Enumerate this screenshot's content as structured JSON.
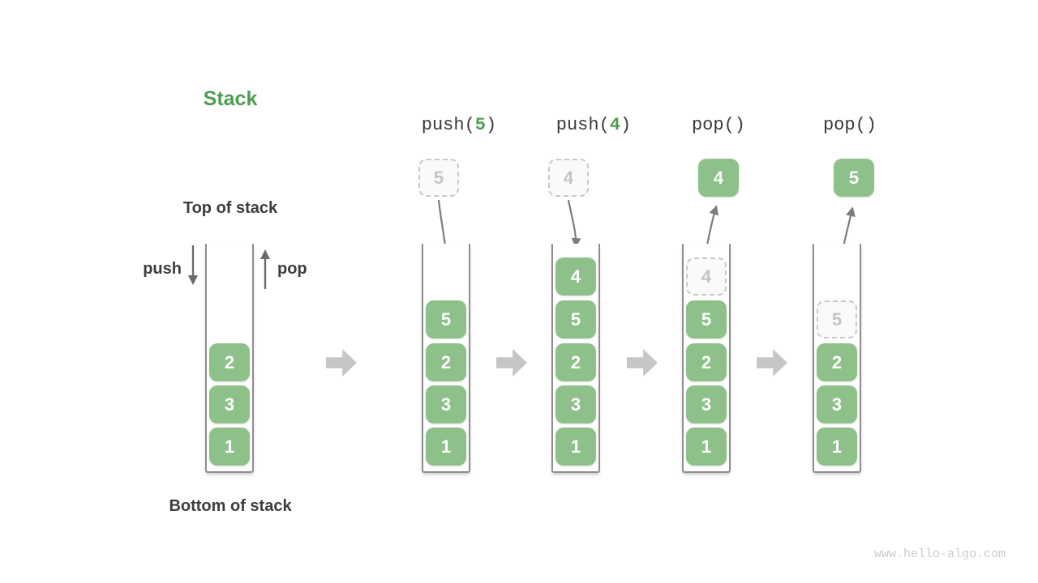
{
  "title": "Stack",
  "labels": {
    "top": "Top of stack",
    "bottom": "Bottom of stack",
    "push": "push",
    "pop": "pop"
  },
  "operations": [
    {
      "prefix": "push(",
      "arg": "5",
      "suffix": ")"
    },
    {
      "prefix": "push(",
      "arg": "4",
      "suffix": ")"
    },
    {
      "prefix": "pop()",
      "arg": "",
      "suffix": ""
    },
    {
      "prefix": "pop()",
      "arg": "",
      "suffix": ""
    }
  ],
  "floating_boxes": [
    {
      "value": "5",
      "style": "dashed",
      "meaning": "value being pushed"
    },
    {
      "value": "4",
      "style": "dashed",
      "meaning": "value being pushed"
    },
    {
      "value": "4",
      "style": "solid",
      "meaning": "value popped out"
    },
    {
      "value": "5",
      "style": "solid",
      "meaning": "value popped out"
    }
  ],
  "columns": [
    {
      "name": "initial",
      "cells": [
        {
          "value": "2"
        },
        {
          "value": "3"
        },
        {
          "value": "1"
        }
      ]
    },
    {
      "name": "after-push-5",
      "cells": [
        {
          "value": "5"
        },
        {
          "value": "2"
        },
        {
          "value": "3"
        },
        {
          "value": "1"
        }
      ]
    },
    {
      "name": "after-push-4",
      "cells": [
        {
          "value": "4"
        },
        {
          "value": "5"
        },
        {
          "value": "2"
        },
        {
          "value": "3"
        },
        {
          "value": "1"
        }
      ]
    },
    {
      "name": "during-pop-4",
      "cells": [
        {
          "value": "4",
          "ghost": true
        },
        {
          "value": "5"
        },
        {
          "value": "2"
        },
        {
          "value": "3"
        },
        {
          "value": "1"
        }
      ]
    },
    {
      "name": "during-pop-5",
      "cells": [
        {
          "value": "5",
          "ghost": true
        },
        {
          "value": "2"
        },
        {
          "value": "3"
        },
        {
          "value": "1"
        }
      ]
    }
  ],
  "watermark": "www.hello-algo.com",
  "colors": {
    "accent_green_text": "#4d9e50",
    "cell_green": "#8dc189",
    "cell_text": "#ffffff",
    "dark_text": "#3d3d3d",
    "dashed_border": "#c8c8c8",
    "ghost_text": "#c4c4c4",
    "curved_arrow": "#7d7d7d",
    "straight_arrow": "#6b6b6b",
    "block_arrow": "#c6c6c6",
    "container_wall": "#8e8e8e",
    "watermark_text": "#cbcbcb"
  }
}
